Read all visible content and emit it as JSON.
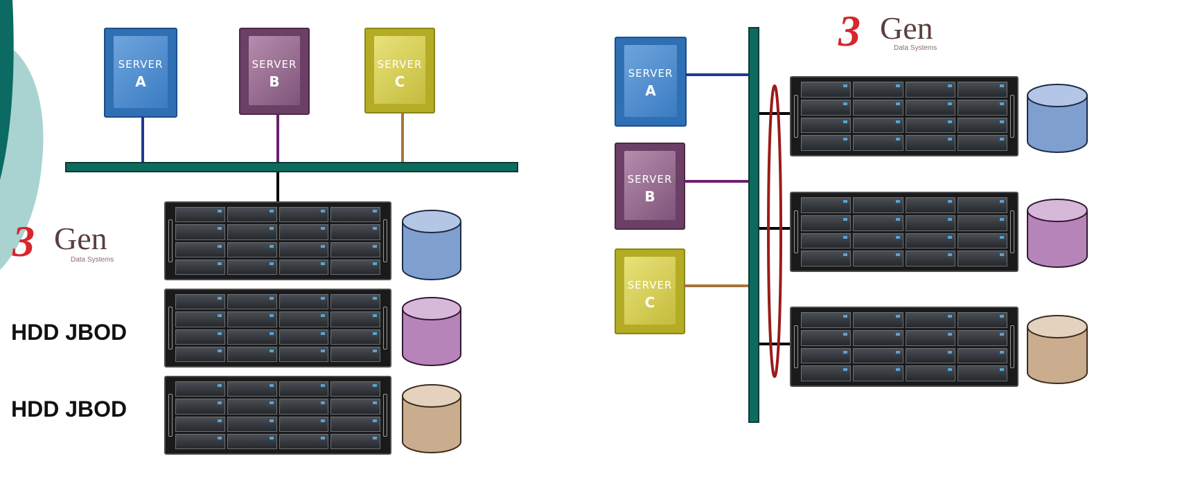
{
  "servers": [
    {
      "label": "SERVER",
      "letter": "A",
      "color": "#3d7fc4"
    },
    {
      "label": "SERVER",
      "letter": "B",
      "color": "#8a5a82"
    },
    {
      "label": "SERVER",
      "letter": "C",
      "color": "#c8c23c"
    }
  ],
  "logo": {
    "mark": "3",
    "name": "Gen",
    "subtitle": "Data Systems"
  },
  "labels": {
    "jbod_1": "HDD JBOD",
    "jbod_2": "HDD JBOD"
  },
  "colors": {
    "bus": "#0d6b5e",
    "link_a": "#1f3a93",
    "link_b": "#6b1f6f",
    "link_c": "#a8733a",
    "redundancy_loop": "#9b1b1b",
    "disk_1": "#7f9fcf",
    "disk_2": "#b784b9",
    "disk_3": "#c9ad8e"
  }
}
